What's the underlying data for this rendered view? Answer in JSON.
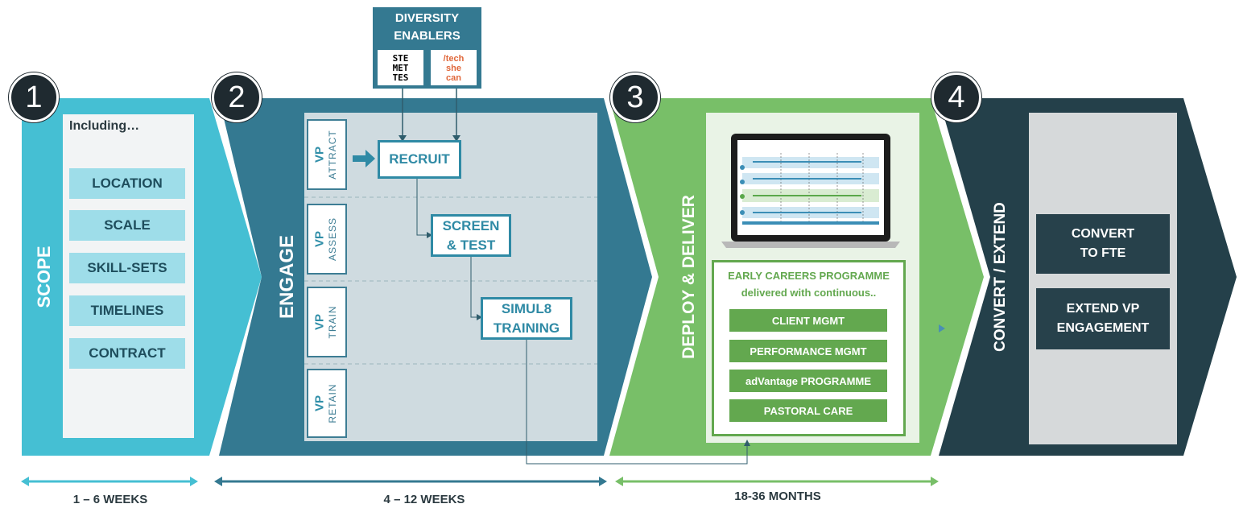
{
  "diversity": {
    "title_line1": "DIVERSITY",
    "title_line2": "ENABLERS",
    "logo1_lines": [
      "STE",
      "MET",
      "TES"
    ],
    "logo2_lines": [
      "/tech",
      "she",
      "can"
    ]
  },
  "phases": [
    {
      "number": "1",
      "title": "SCOPE",
      "color": "#45bfd3"
    },
    {
      "number": "2",
      "title": "ENGAGE",
      "color": "#347991"
    },
    {
      "number": "3",
      "title": "DEPLOY & DELIVER",
      "color": "#78bf68"
    },
    {
      "number": "4",
      "title": "CONVERT / EXTEND",
      "color": "#24404a"
    }
  ],
  "scope": {
    "intro": "Including…",
    "items": [
      "LOCATION",
      "SCALE",
      "SKILL-SETS",
      "TIMELINES",
      "CONTRACT"
    ]
  },
  "engage": {
    "tabs": [
      {
        "vp": "VP",
        "label": "ATTRACT"
      },
      {
        "vp": "VP",
        "label": "ASSESS"
      },
      {
        "vp": "VP",
        "label": "TRAIN"
      },
      {
        "vp": "VP",
        "label": "RETAIN"
      }
    ],
    "steps": {
      "recruit": "RECRUIT",
      "screen_line1": "SCREEN",
      "screen_line2": "& TEST",
      "simul8_line1": "SIMUL8",
      "simul8_line2": "TRAINING"
    }
  },
  "deliver": {
    "heading_line1": "EARLY CAREERS PROGRAMME",
    "heading_line2": "delivered with continuous..",
    "items": [
      "CLIENT MGMT",
      "PERFORMANCE MGMT",
      "adVantage PROGRAMME",
      "PASTORAL CARE"
    ]
  },
  "convert": {
    "items": [
      {
        "line1": "CONVERT",
        "line2": "TO FTE"
      },
      {
        "line1": "EXTEND VP",
        "line2": "ENGAGEMENT"
      }
    ]
  },
  "durations": [
    {
      "label": "1 – 6 WEEKS",
      "color": "#45bfd3"
    },
    {
      "label": "4 – 12 WEEKS",
      "color": "#347991"
    },
    {
      "label": "18-36 MONTHS",
      "color": "#78bf68"
    }
  ]
}
